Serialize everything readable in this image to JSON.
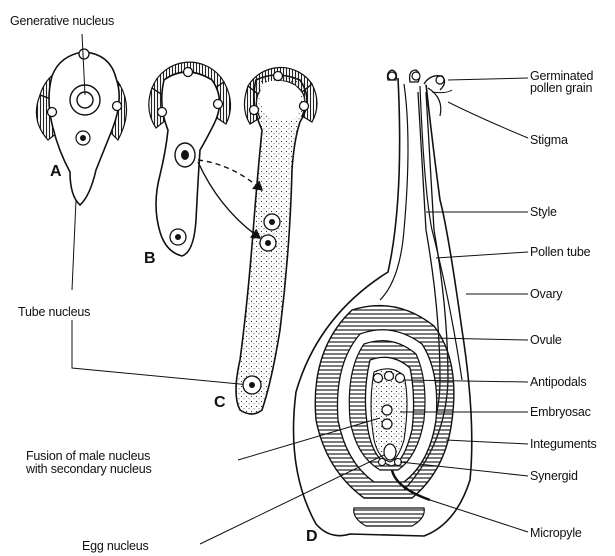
{
  "labels": {
    "generative_nucleus": "Generative nucleus",
    "tube_nucleus": "Tube  nucleus",
    "fusion_line1": "Fusion of male nucleus",
    "fusion_line2": "with secondary nucleus",
    "egg_nucleus": "Egg nucleus",
    "germinated_pollen_grain_1": "Germinated",
    "germinated_pollen_grain_2": "pollen grain",
    "stigma": "Stigma",
    "style": "Style",
    "pollen_tube": "Pollen tube",
    "ovary": "Ovary",
    "ovule": "Ovule",
    "antipodals": "Antipodals",
    "embryosac": "Embryosac",
    "integuments": "Integuments",
    "synergid": "Synergid",
    "micropyle": "Micropyle"
  },
  "stages": {
    "a": "A",
    "b": "B",
    "c": "C",
    "d": "D"
  }
}
